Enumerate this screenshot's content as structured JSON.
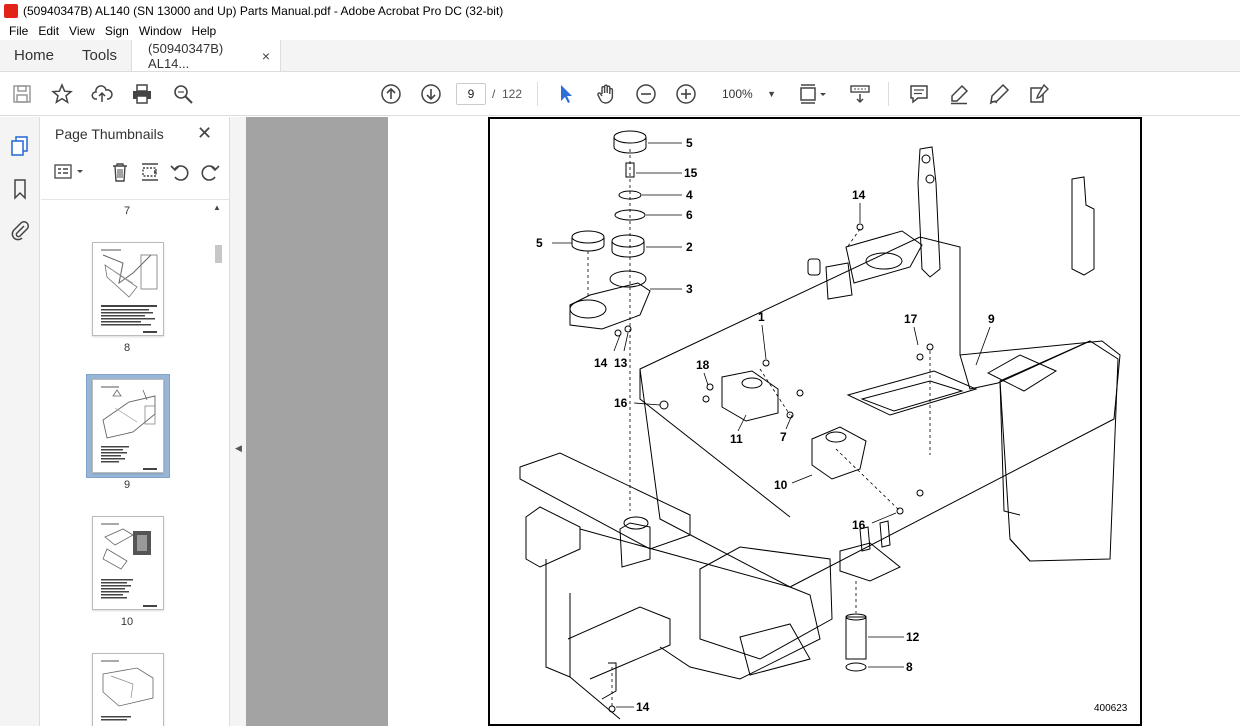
{
  "window": {
    "title": "(50940347B) AL140 (SN 13000 and Up) Parts Manual.pdf - Adobe Acrobat Pro DC (32-bit)"
  },
  "menu": [
    "File",
    "Edit",
    "View",
    "Sign",
    "Window",
    "Help"
  ],
  "tabs": {
    "home": "Home",
    "tools": "Tools",
    "document": "(50940347B) AL14...",
    "close": "×"
  },
  "toolbar": {
    "current_page": "9",
    "separator": "/",
    "page_count": "122",
    "zoom": "100%",
    "zoom_caret": "▼"
  },
  "panel": {
    "title": "Page Thumbnails",
    "close": "✕",
    "page_labels": [
      "7",
      "8",
      "9",
      "10"
    ],
    "selected_page": "9",
    "scroll_up": "▲"
  },
  "diagram": {
    "figure_number": "400623",
    "callouts": [
      "5",
      "15",
      "4",
      "6",
      "5",
      "2",
      "3",
      "14",
      "13",
      "14",
      "1",
      "17",
      "9",
      "18",
      "16",
      "11",
      "7",
      "10",
      "16",
      "12",
      "8",
      "14"
    ]
  },
  "splitter": {
    "grip": "◀"
  }
}
